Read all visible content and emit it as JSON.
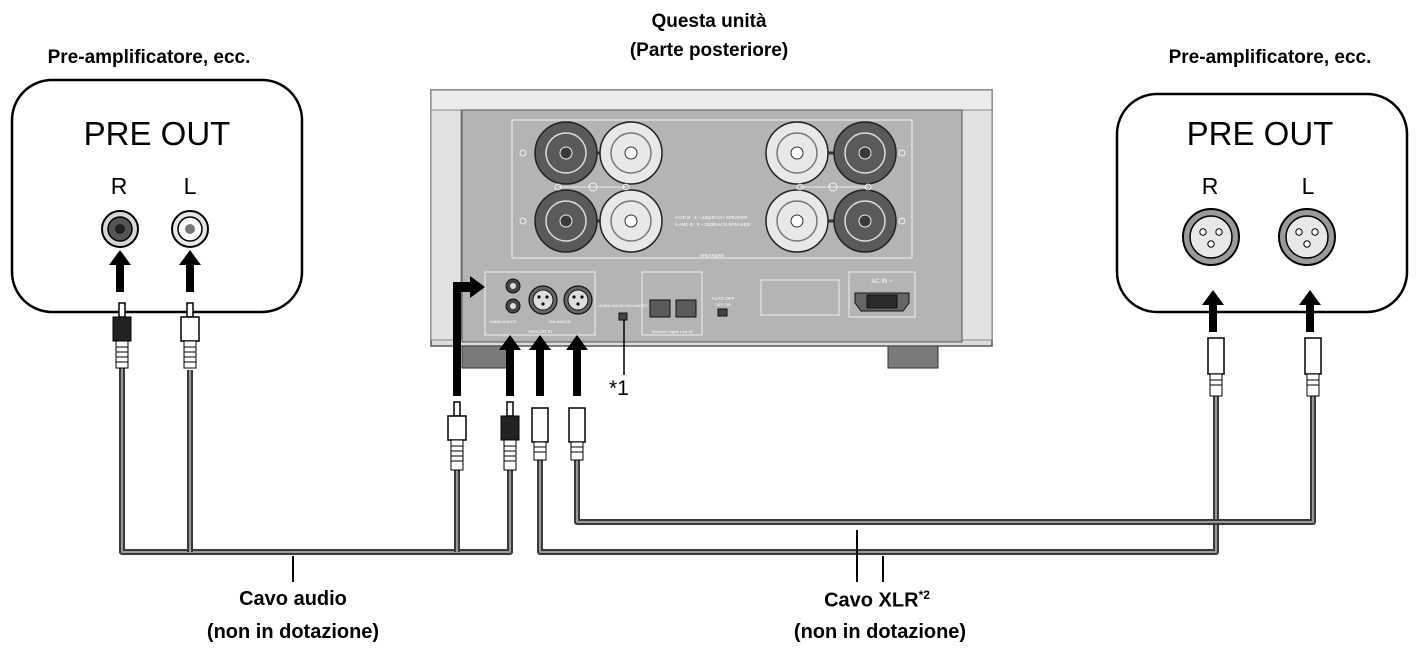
{
  "labels": {
    "unit_line1": "Questa unità",
    "unit_line2": "(Parte posteriore)",
    "preamp_left": "Pre-amplificatore, ecc.",
    "preamp_right": "Pre-amplificatore, ecc.",
    "audio_cable_line1": "Cavo audio",
    "audio_cable_line2": "(non in dotazione)",
    "xlr_cable_line1": "Cavo XLR",
    "xlr_cable_sup": "*2",
    "xlr_cable_line2": "(non in dotazione)",
    "footnote_marker": "*1"
  },
  "left_box": {
    "title": "PRE OUT",
    "right_label": "R",
    "left_label": "L"
  },
  "right_box": {
    "title": "PRE OUT",
    "right_label": "R",
    "left_label": "L"
  },
  "unit_panel": {
    "speakers_caption": "SPEAKERS",
    "analog_in_caption": "ANALOG IN",
    "unbalanced_caption": "UNBALANCED",
    "balanced_caption": "BALANCED",
    "selector_caption": "UNBALANCED  BALANCED",
    "digital_link_caption": "Technics Digital Link IN",
    "auto_off_caption": "AUTO OFF",
    "auto_off_states": "OFF  ON",
    "ac_in_caption": "AC IN ~",
    "impedance_note_1": "A OR B : 4 ~ 16Ω/EACH SPEAKER",
    "impedance_note_2": "A AND B : 8 ~ 16Ω/EACH SPEAKER"
  },
  "colors": {
    "panel": "#b4b4b4",
    "panel_dark": "#8f8f8f",
    "cable": "#3a3a3a",
    "cable_light": "#8a8a8a",
    "arrow": "#000000"
  }
}
